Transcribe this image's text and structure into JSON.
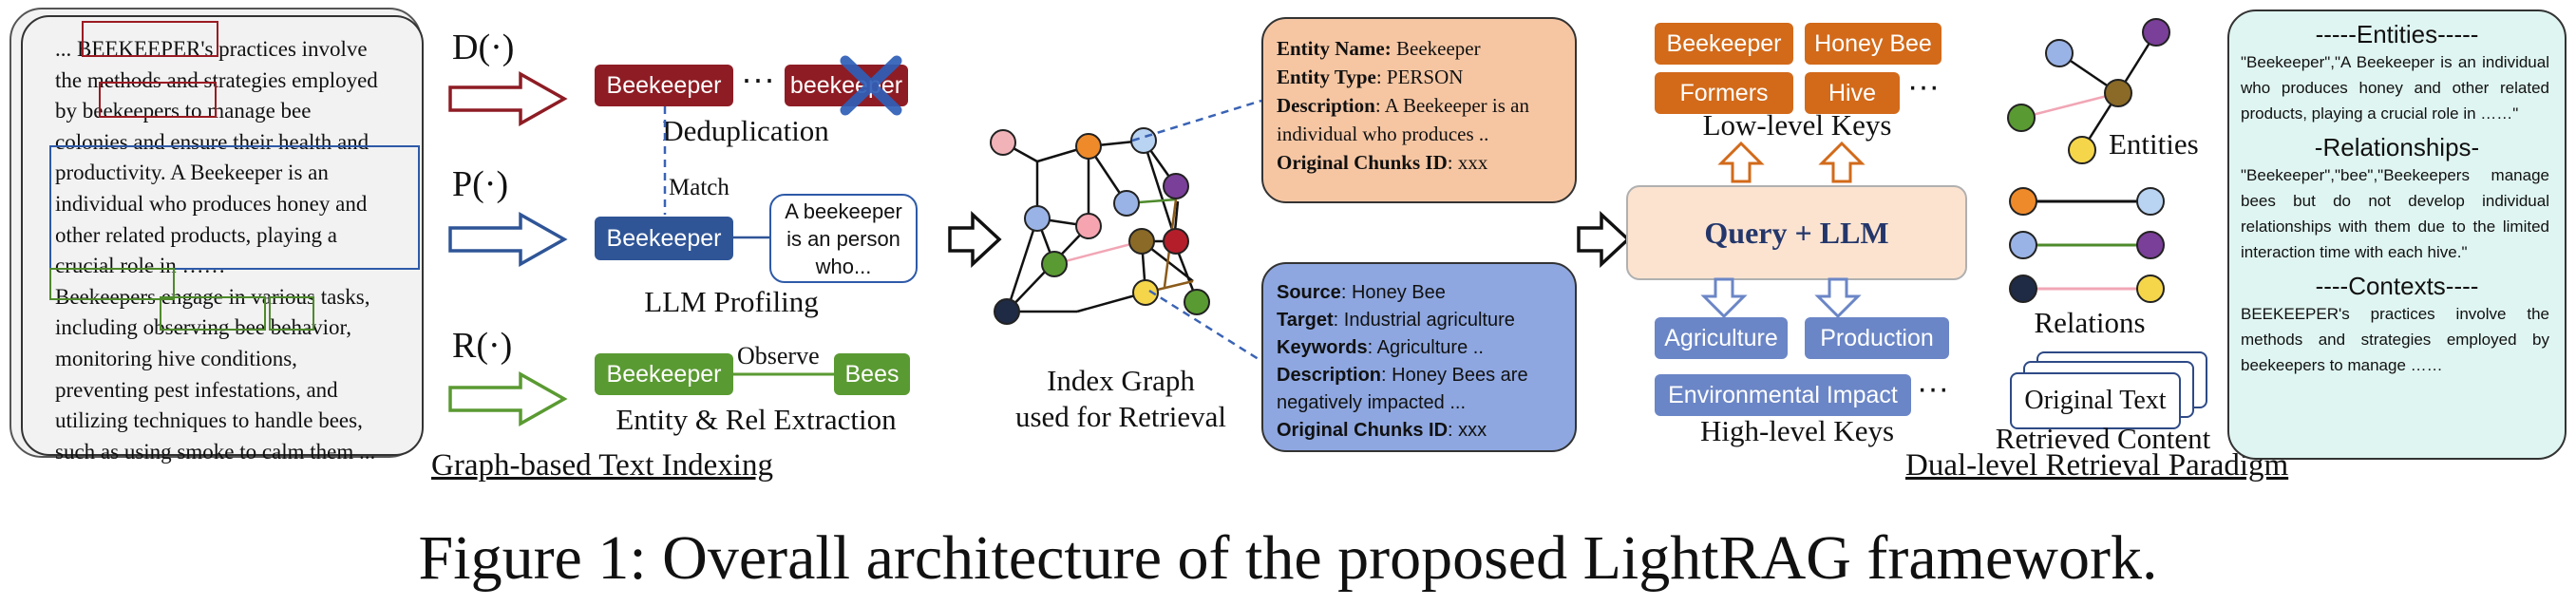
{
  "indexing": {
    "source_text_lines": [
      "... BEEKEEPER's practices involve",
      "the methods and strategies employed",
      "by beekeepers to manage bee",
      "colonies and ensure their health and",
      "productivity. A Beekeeper is an",
      "individual who produces honey and",
      "other related products, playing a",
      "crucial role in ……",
      "Beekeepers engage in various tasks,",
      "including observing bee behavior,",
      "monitoring hive conditions,",
      "preventing pest infestations, and",
      "utilizing techniques to handle bees,",
      "such as using smoke to calm them ..."
    ],
    "dedup": {
      "func": "D(·)",
      "entity_a": "Beekeeper",
      "dots": "···",
      "entity_b": "beekeeper",
      "label": "Deduplication",
      "match_label": "Match"
    },
    "profiling": {
      "func": "P(·)",
      "entity": "Beekeeper",
      "profile_text": "A beekeeper is an person who...",
      "label": "LLM Profiling"
    },
    "extraction": {
      "func": "R(·)",
      "entity_a": "Beekeeper",
      "relation": "Observe",
      "entity_b": "Bees",
      "label": "Entity & Rel Extraction"
    },
    "title": "Graph-based Text Indexing"
  },
  "graph": {
    "label_line1": "Index Graph",
    "label_line2": "used for Retrieval"
  },
  "entity_card": {
    "name_key": "Entity Name",
    "name_val": "Beekeeper",
    "type_key": "Entity Type",
    "type_val": "PERSON",
    "desc_key": "Description",
    "desc_val": "A Beekeeper is an individual who produces ..",
    "chunk_key": "Original Chunks ID",
    "chunk_val": "xxx"
  },
  "relation_card": {
    "source_key": "Source",
    "source_val": "Honey Bee",
    "target_key": "Target",
    "target_val": "Industrial agriculture",
    "kw_key": "Keywords",
    "kw_val": "Agriculture ..",
    "desc_key": "Description",
    "desc_val": "Honey Bees are negatively impacted ...",
    "chunk_key": "Original Chunks ID",
    "chunk_val": "xxx"
  },
  "retrieval": {
    "low_keys": [
      "Beekeeper",
      "Honey Bee",
      "Formers",
      "Hive"
    ],
    "low_label": "Low-level Keys",
    "query_label": "Query + LLM",
    "high_keys": [
      "Agriculture",
      "Production",
      "Environmental Impact"
    ],
    "high_label": "High-level Keys",
    "dots": "···",
    "entities_label": "Entities",
    "relations_label": "Relations",
    "original_text_label": "Original Text",
    "retrieved_label": "Retrieved Content",
    "title": "Dual-level Retrieval Paradigm"
  },
  "contexts_panel": {
    "entities_head": "-----Entities-----",
    "entities_body": "\"Beekeeper\",\"A Beekeeper is an individual who produces honey and other related products, playing a crucial role in ……\"",
    "relationships_head": "-Relationships-",
    "relationships_body": "\"Beekeeper\",\"bee\",\"Beekeepers manage bees but do not develop individual relationships with them due to the limited interaction time with each hive.\"",
    "contexts_head": "----Contexts----",
    "contexts_body": "BEEKEEPER's practices involve the methods and strategies employed by beekeepers to manage ……"
  },
  "caption": "Figure 1: Overall architecture of the proposed LightRAG framework.",
  "colors": {
    "red": "#8e1c24",
    "blue": "#2f5597",
    "green": "#5a9a32",
    "orange": "#d26a1a",
    "slate": "#6b86c6"
  }
}
